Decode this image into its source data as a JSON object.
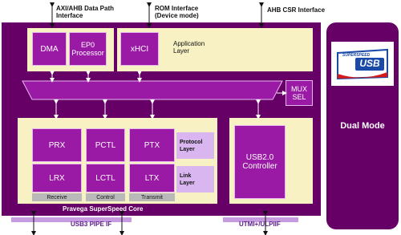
{
  "top_labels": {
    "axi_ahb": "AXI/AHB Data Path\nInterface",
    "rom": "ROM Interface\n(Device mode)",
    "ahb_csr": "AHB CSR Interface"
  },
  "blocks": {
    "dma": "DMA",
    "ep0": "EP0\nProcessor",
    "xhci": "xHCI",
    "application_layer": "Application\nLayer",
    "mux_sel": "MUX\nSEL",
    "prx": "PRX",
    "pctl": "PCTL",
    "ptx": "PTX",
    "protocol_layer": "Protocol\nLayer",
    "lrx": "LRX",
    "lctl": "LCTL",
    "ltx": "LTX",
    "link_layer": "Link\nLayer",
    "receive": "Receive",
    "control": "Control",
    "transmit": "Transmit",
    "usb2_controller": "USB2.0\nController",
    "core_label": "Pravega SuperSpeed Core"
  },
  "bottom_labels": {
    "usb3_pipe": "USB3 PIPE IF",
    "utmi": "UTMI+/ULPIIF"
  },
  "dual_mode": {
    "label": "Dual Mode",
    "logo_top": "SUPERSPEED",
    "logo_main": "USB"
  },
  "colors": {
    "core": "#660066",
    "block": "#9a1aa6",
    "layer_label": "#d9b6f0",
    "panel": "#f7f1c4",
    "pipe_bar": "#c79be0"
  }
}
